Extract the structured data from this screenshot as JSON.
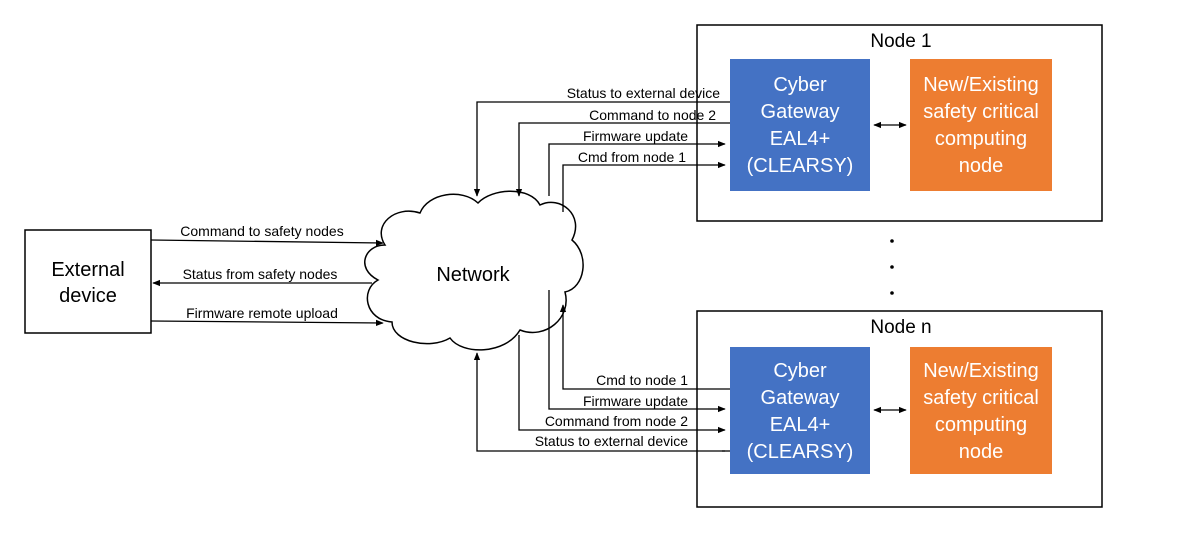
{
  "external_device": {
    "line1": "External",
    "line2": "device"
  },
  "network": {
    "label": "Network"
  },
  "ext_links": {
    "command_to_safety": "Command to safety nodes",
    "status_from_safety": "Status from safety nodes",
    "firmware_remote_upload": "Firmware remote upload"
  },
  "node1": {
    "title": "Node 1",
    "gateway": {
      "line1": "Cyber",
      "line2": "Gateway",
      "line3": "EAL4+",
      "line4": "(CLEARSY)"
    },
    "safety": {
      "line1": "New/Existing",
      "line2": "safety critical",
      "line3": "computing",
      "line4": "node"
    },
    "links": {
      "status_to_external": "Status to external device",
      "command_to_node2": "Command to node 2",
      "firmware_update": "Firmware update",
      "cmd_from_node1": "Cmd from node 1"
    }
  },
  "node_n": {
    "title": "Node n",
    "gateway": {
      "line1": "Cyber",
      "line2": "Gateway",
      "line3": "EAL4+",
      "line4": "(CLEARSY)"
    },
    "safety": {
      "line1": "New/Existing",
      "line2": "safety critical",
      "line3": "computing",
      "line4": "node"
    },
    "links": {
      "cmd_to_node1": "Cmd to node 1",
      "firmware_update": "Firmware update",
      "command_from_node2": "Command from node 2",
      "status_to_external": "Status to external device"
    }
  },
  "ellipsis": "· · ·",
  "colors": {
    "gateway": "#4472C4",
    "safety": "#ED7D31",
    "stroke": "#000000"
  }
}
